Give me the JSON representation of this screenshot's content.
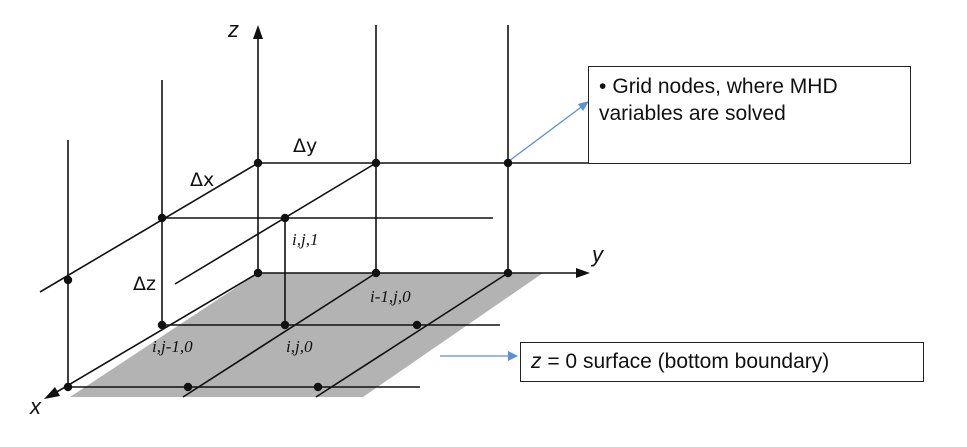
{
  "axes": {
    "x": "x",
    "y": "y",
    "z": "z"
  },
  "spacing_labels": {
    "dx": "Δx",
    "dy": "Δy",
    "dz": "Δz"
  },
  "node_labels": {
    "i_j_1": "i,j,1",
    "i_minus1_j_0": "i-1,j,0",
    "i_j_minus1_0": "i,j-1,0",
    "i_j_0": "i,j,0"
  },
  "callouts": {
    "grid_nodes": {
      "bullet": "•",
      "text": "Grid nodes, where MHD variables are solved"
    },
    "surface": {
      "z_var": "z",
      "text": " = 0 surface (bottom boundary)"
    }
  },
  "colors": {
    "surface_fill": "#b3b3b3",
    "line": "#111111",
    "pointer": "#5b8fd6"
  }
}
